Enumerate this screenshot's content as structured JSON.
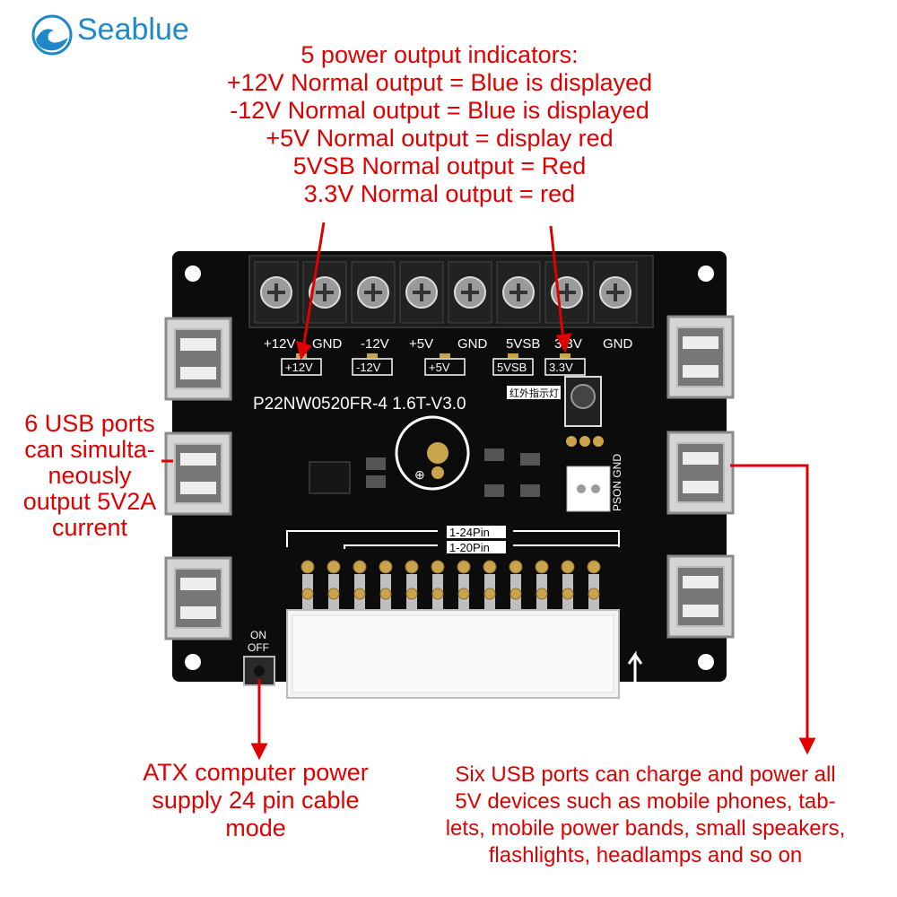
{
  "brand": {
    "name": "Seablue"
  },
  "annotations": {
    "top_note": [
      "5 power output indicators:",
      "+12V Normal output = Blue is displayed",
      "-12V Normal output = Blue is displayed",
      "+5V Normal output = display red",
      "5VSB Normal output = Red",
      "3.3V Normal output = red"
    ],
    "usb_left_note": [
      "6 USB ports",
      "can simulta-",
      "neously",
      "output 5V2A",
      "current"
    ],
    "atx_note": [
      "ATX computer power",
      "supply 24 pin cable",
      "mode"
    ],
    "usb_right_note": [
      "Six USB ports can charge and power all",
      "5V devices such as mobile phones, tab-",
      "lets, mobile power bands, small speakers,",
      "flashlights, headlamps and so on"
    ]
  },
  "board": {
    "terminal_labels": [
      "+12V",
      "GND",
      "-12V",
      "+5V",
      "GND",
      "5VSB",
      "3.3V",
      "GND"
    ],
    "indicator_labels": [
      "+12V",
      "-12V",
      "+5V",
      "5VSB",
      "3.3V"
    ],
    "model": "P22NW0520FR-4  1.6T-V3.0",
    "ir_label": "红外指示灯",
    "pin_24": "1-24Pin",
    "pin_20": "1-20Pin",
    "pson_gnd": "PSON GND",
    "on": "ON",
    "off": "OFF"
  },
  "colors": {
    "annotation": "#e00000",
    "brand": "#1e88c8",
    "pcb": "#0c0c0c"
  }
}
